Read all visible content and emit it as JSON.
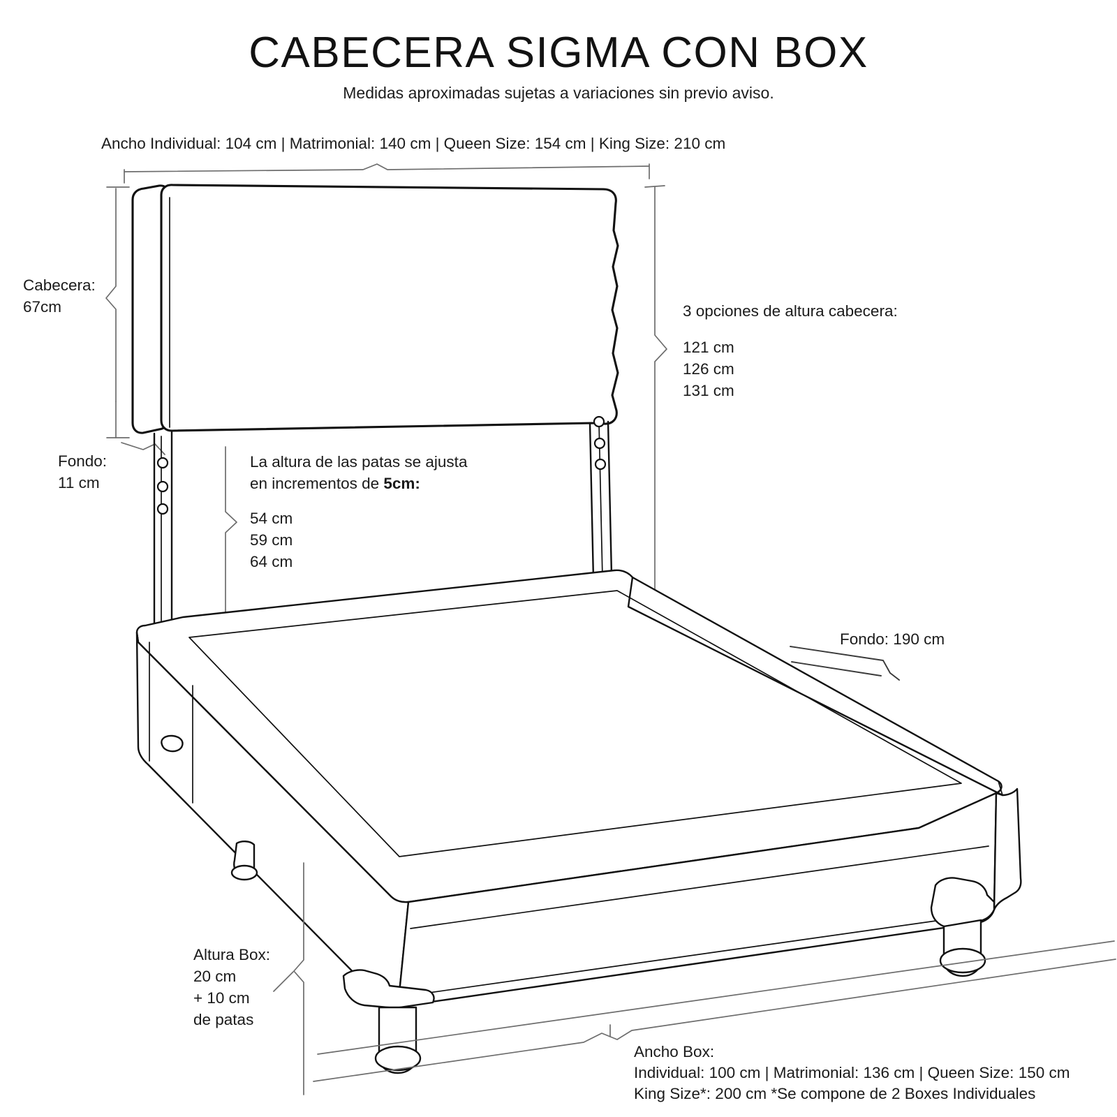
{
  "header": {
    "title": "CABECERA SIGMA CON BOX",
    "subtitle": "Medidas aproximadas sujetas a variaciones sin previo aviso."
  },
  "dimensions": {
    "top_width": "Ancho Individual: 104 cm | Matrimonial: 140 cm | Queen Size: 154 cm | King Size: 210 cm",
    "headboard_height_label": "Cabecera:\n67cm",
    "headboard_depth_label": "Fondo:\n11 cm",
    "box_depth_label": "Fondo: 190 cm",
    "box_height_label": "Altura Box:\n20 cm\n+ 10 cm\nde patas"
  },
  "notes": {
    "headboard_options_title": "3 opciones de altura cabecera:",
    "headboard_options": "121 cm\n126 cm\n131 cm",
    "legs_text_line1": "La altura de las patas se ajusta",
    "legs_text_line2_pre": "en incrementos de ",
    "legs_text_line2_bold": "5cm:",
    "legs_options": "54 cm\n59 cm\n64 cm"
  },
  "box_width": {
    "title": "Ancho Box:",
    "line1": "Individual: 100 cm | Matrimonial: 136 cm | Queen Size: 150 cm",
    "line2": "King Size*: 200 cm *Se compone de 2 Boxes Individuales"
  },
  "colors": {
    "ink": "#111111",
    "dimension_line": "#6d6d6d",
    "text": "#1b1b1b",
    "background": "#ffffff"
  }
}
